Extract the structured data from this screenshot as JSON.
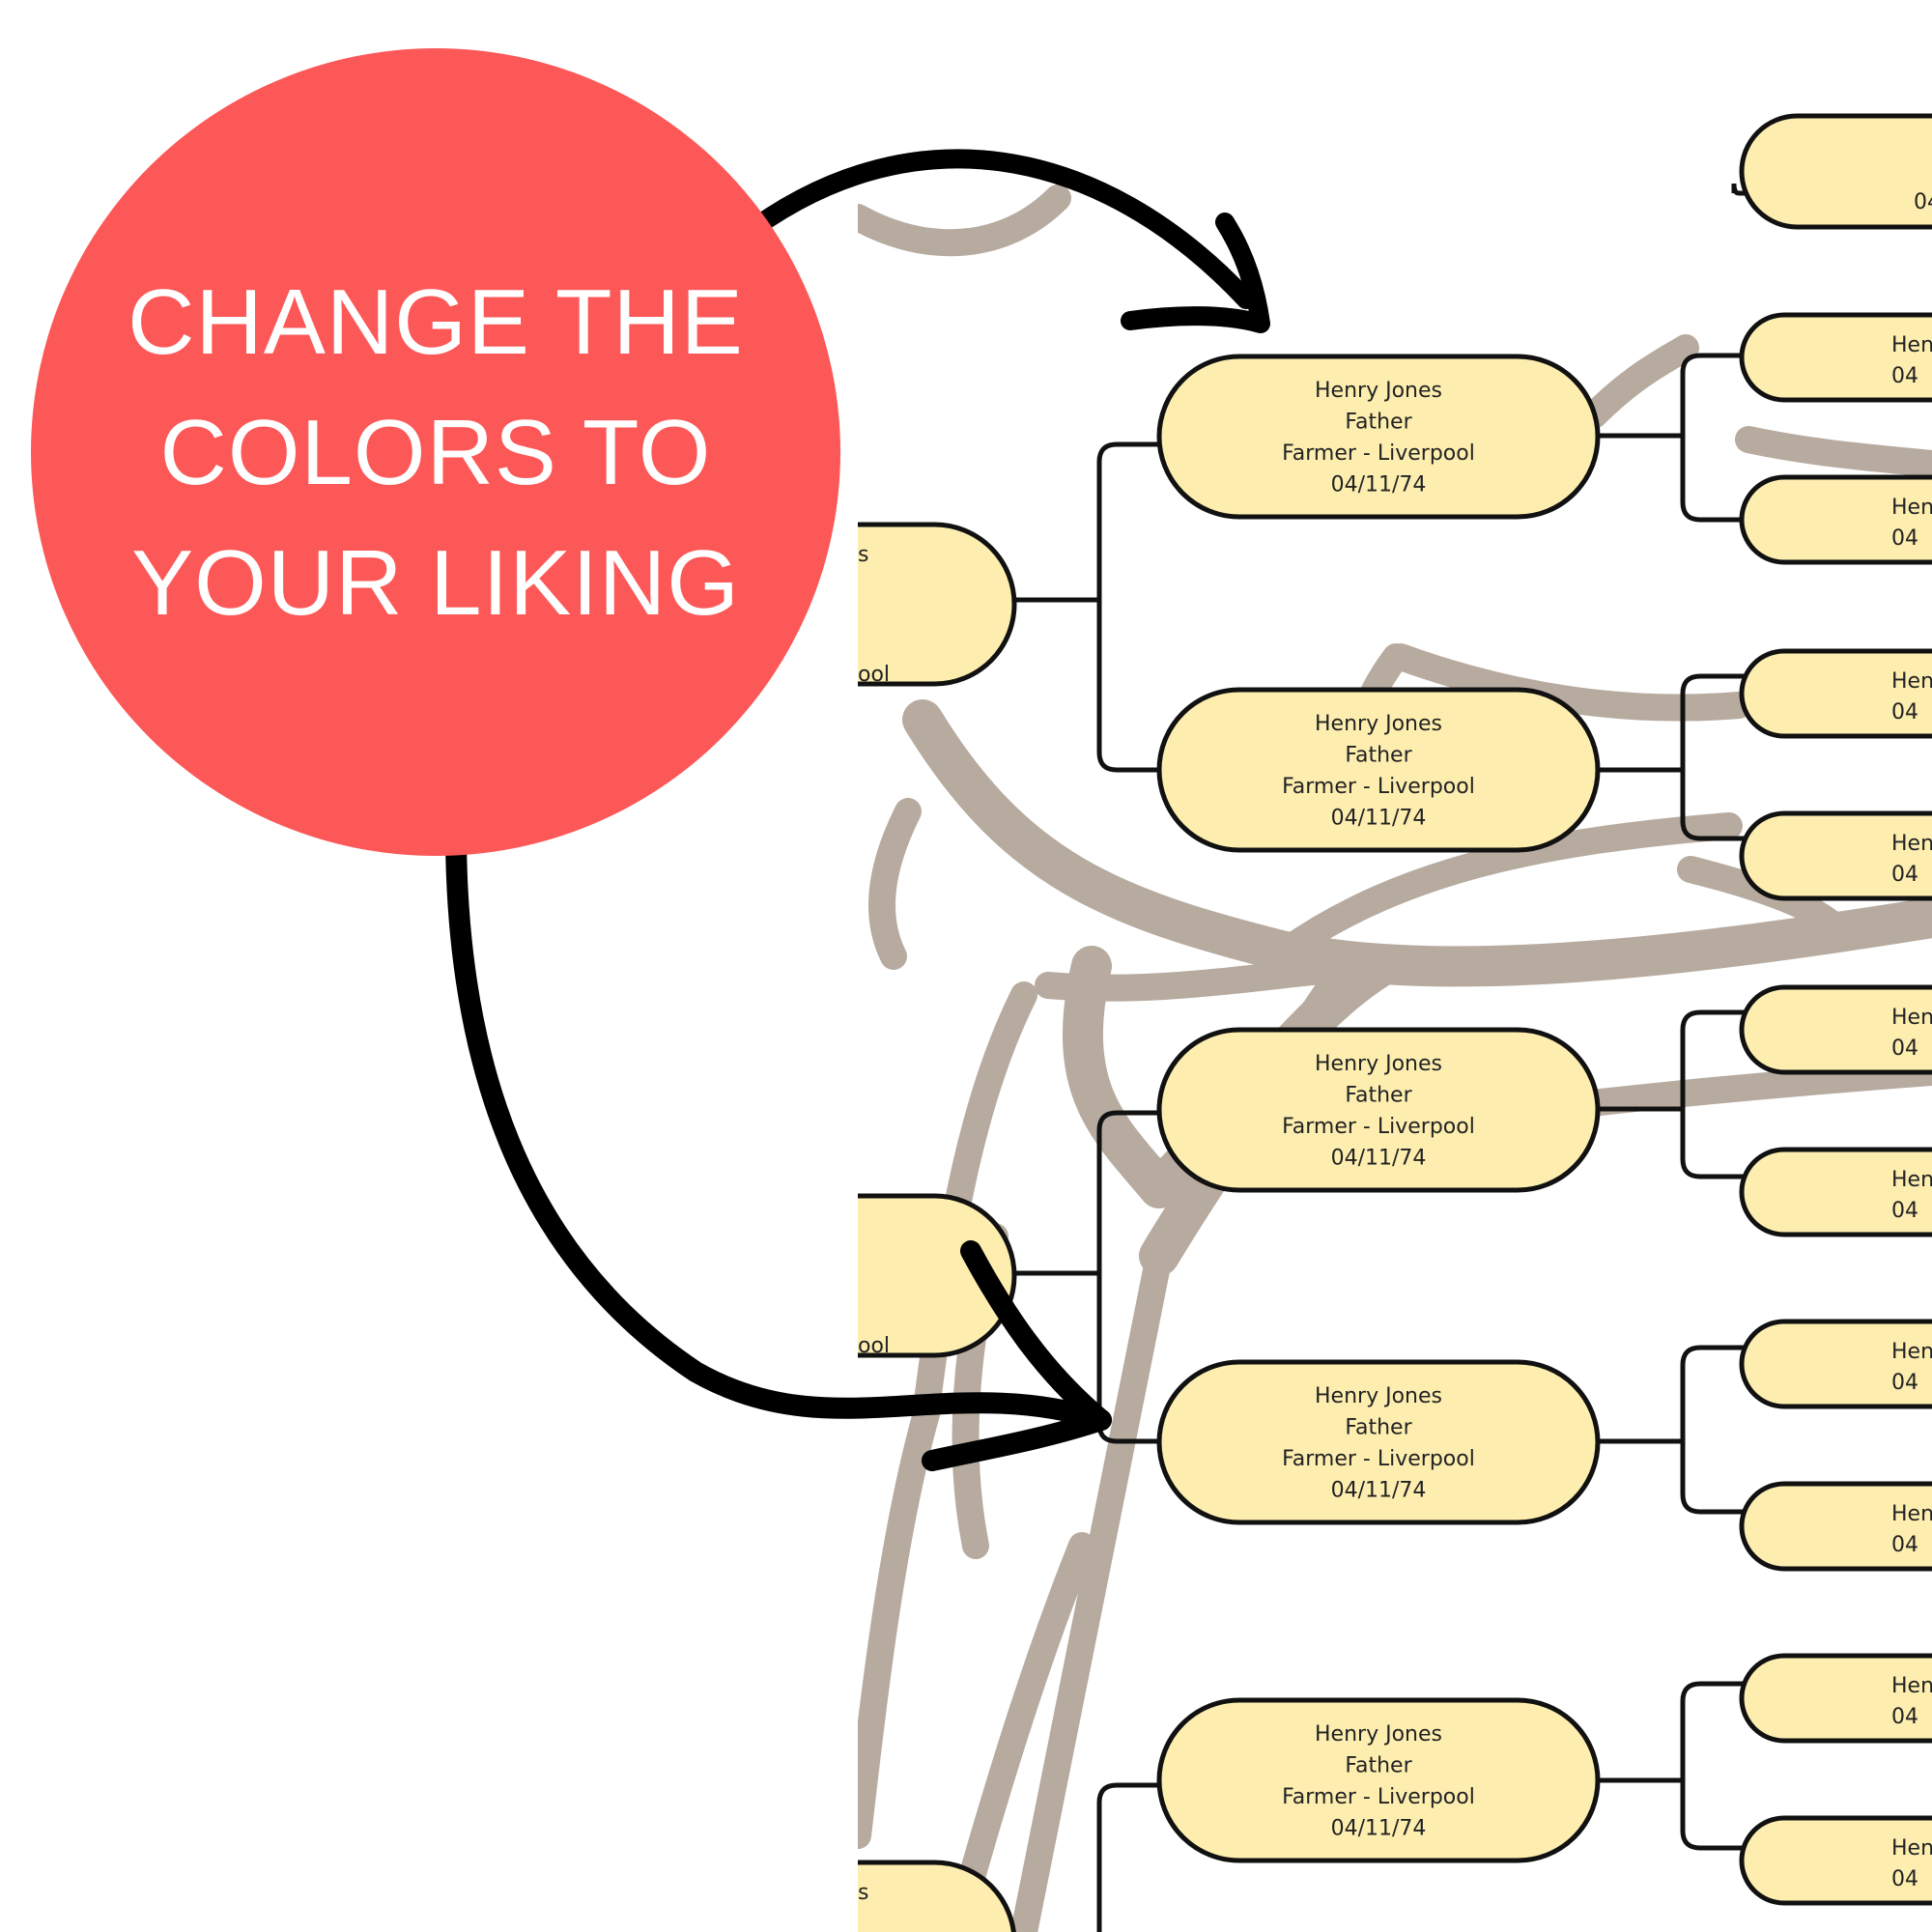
{
  "callout": {
    "lines": [
      "CHANGE THE",
      "COLORS TO",
      "YOUR LIKING"
    ],
    "circle_color": "#fd5858",
    "text_color": "#ffffff",
    "arrow_color": "#000000"
  },
  "tree": {
    "box_fill": "#fdeeb0",
    "box_stroke": "#111111",
    "line_color": "#111111",
    "background_art_color": "#b7aba0",
    "parent_card": {
      "lines": [
        "Henry Jones",
        "Father",
        "Farmer - Liverpool",
        "04/11/74"
      ]
    },
    "grandparent_card": {
      "lines": [
        "Hen",
        "04"
      ]
    },
    "child_card_fragments": [
      [
        "s",
        "",
        "ool"
      ],
      [
        "",
        "",
        "ool"
      ],
      [
        "s"
      ]
    ]
  }
}
